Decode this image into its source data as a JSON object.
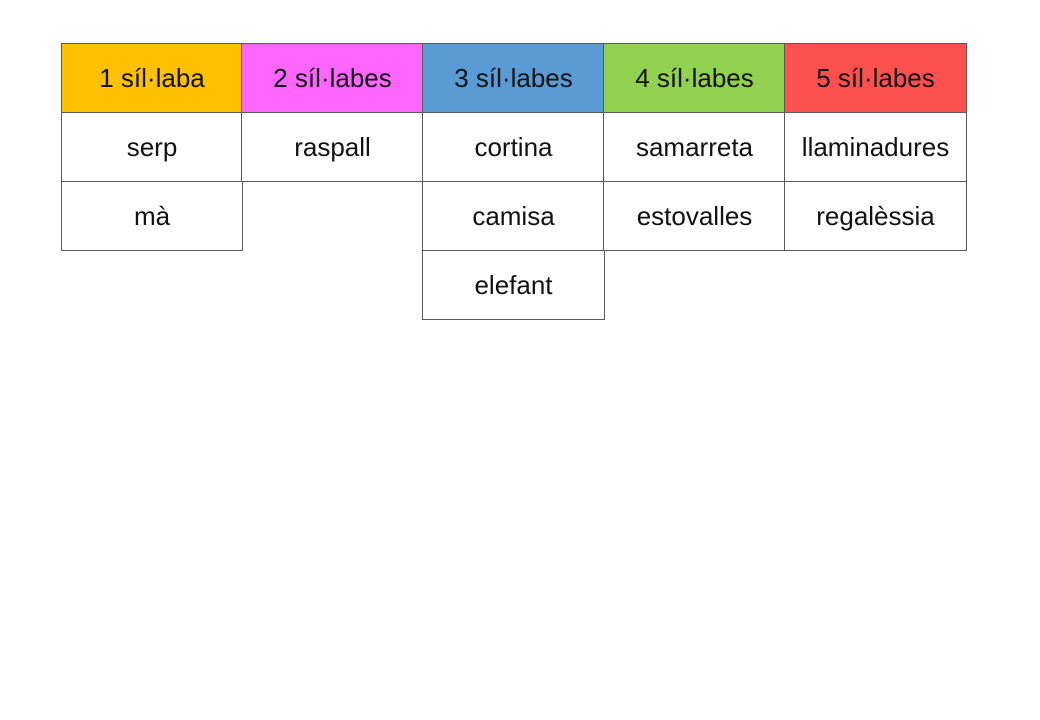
{
  "columns": [
    {
      "header": "1 síl·laba",
      "color": "#FFC000",
      "words": [
        "serp",
        "mà"
      ]
    },
    {
      "header": "2 síl·labes",
      "color": "#FF66FF",
      "words": [
        "raspall"
      ]
    },
    {
      "header": "3 síl·labes",
      "color": "#5B9BD5",
      "words": [
        "cortina",
        "camisa",
        "elefant"
      ]
    },
    {
      "header": "4 síl·labes",
      "color": "#92D050",
      "words": [
        "samarreta",
        "estovalles"
      ]
    },
    {
      "header": "5 síl·labes",
      "color": "#FF5050",
      "words": [
        "llaminadures",
        "regalèssia"
      ]
    }
  ]
}
